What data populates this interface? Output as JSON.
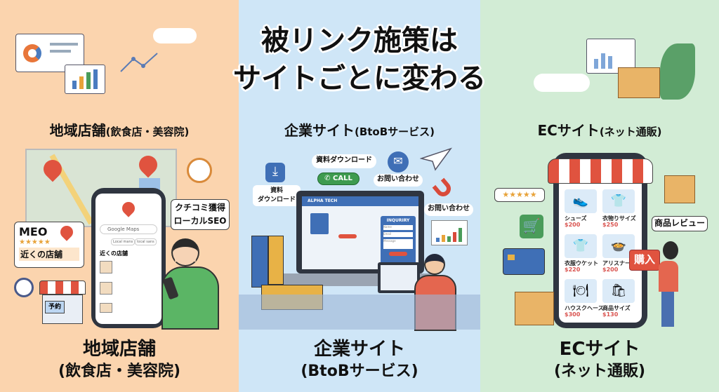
{
  "title": {
    "line1": "被リンク施策は",
    "line2": "サイトごとに変わる"
  },
  "colors": {
    "local": "#fbd4ae",
    "business": "#cfe6f7",
    "ec": "#d2ecd5",
    "accent_red": "#e0533f"
  },
  "local": {
    "heading": "地域店舗",
    "heading_sub": "(飲食店・美容院)",
    "meo_label": "MEO",
    "meo_stars": "★★★★★",
    "meo_nearby": "近くの店舗",
    "review_bubble_1": "クチコミ獲得",
    "review_bubble_2": "ローカルSEO",
    "maps_search": "Google Maps",
    "chips": [
      "Local mans",
      "local sans"
    ],
    "nearby_list_title": "近くの店舗",
    "reserve_sign": "予約",
    "bottom_1": "地域店舗",
    "bottom_2": "(飲食店・美容院)"
  },
  "business": {
    "heading": "企業サイト",
    "heading_sub": "(BtoBサービス)",
    "download_bubble": "資料ダウンロード",
    "download_icon_label_1": "資料",
    "download_icon_label_2": "ダウンロード",
    "call_button": "CALL",
    "contact_1": "お問い合わせ",
    "contact_2": "お問い合わせ",
    "site_name": "ALPHA TECH",
    "inquiry_title": "INQURIRY",
    "form_fields": [
      "Name",
      "Email",
      "Message"
    ],
    "bottom_1": "企業サイト",
    "bottom_2": "(BtoBサービス)"
  },
  "ec": {
    "heading": "ECサイト",
    "heading_sub": "(ネット通販)",
    "review_stars": "★★★★★",
    "review_bubble": "商品レビュー",
    "buy_button": "購入",
    "products": [
      {
        "name": "シューズ",
        "price": "$200",
        "icon": "👟"
      },
      {
        "name": "衣物りサイズ",
        "price": "$250",
        "icon": "👕"
      },
      {
        "name": "衣服ウケット",
        "price": "$220",
        "icon": "👕"
      },
      {
        "name": "アリスナー",
        "price": "$200",
        "icon": "🍲"
      },
      {
        "name": "ハウスクヘース",
        "price": "$300",
        "icon": "🍽"
      },
      {
        "name": "商品サイズ",
        "price": "$130",
        "icon": "🛍"
      }
    ],
    "bottom_1": "ECサイト",
    "bottom_2": "(ネット通販)"
  }
}
